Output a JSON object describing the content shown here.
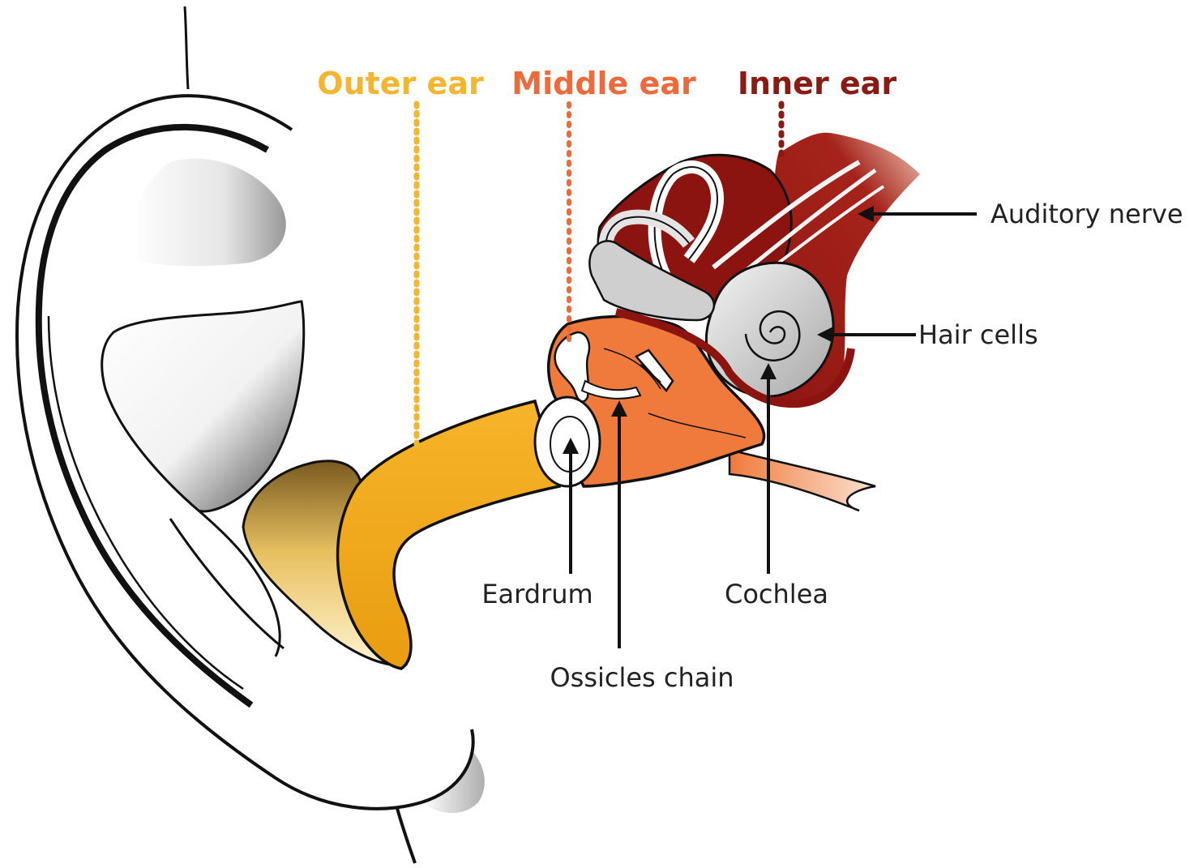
{
  "regions": {
    "outer_ear": {
      "label": "Outer ear",
      "color": "#f2b632"
    },
    "middle_ear": {
      "label": "Middle ear",
      "color": "#ec6a3c"
    },
    "inner_ear": {
      "label": "Inner ear",
      "color": "#8a1a14"
    }
  },
  "parts": {
    "auditory_nerve": "Auditory nerve",
    "hair_cells": "Hair cells",
    "eardrum": "Eardrum",
    "cochlea": "Cochlea",
    "ossicles_chain": "Ossicles chain"
  },
  "colors": {
    "ear_canal": "#f5ad1c",
    "middle_ear_fill": "#f07a3c",
    "inner_ear_fill": "#8c1410",
    "cochlea_fill": "#d9d9d9",
    "outline": "#111111",
    "arrow": "#111111"
  }
}
